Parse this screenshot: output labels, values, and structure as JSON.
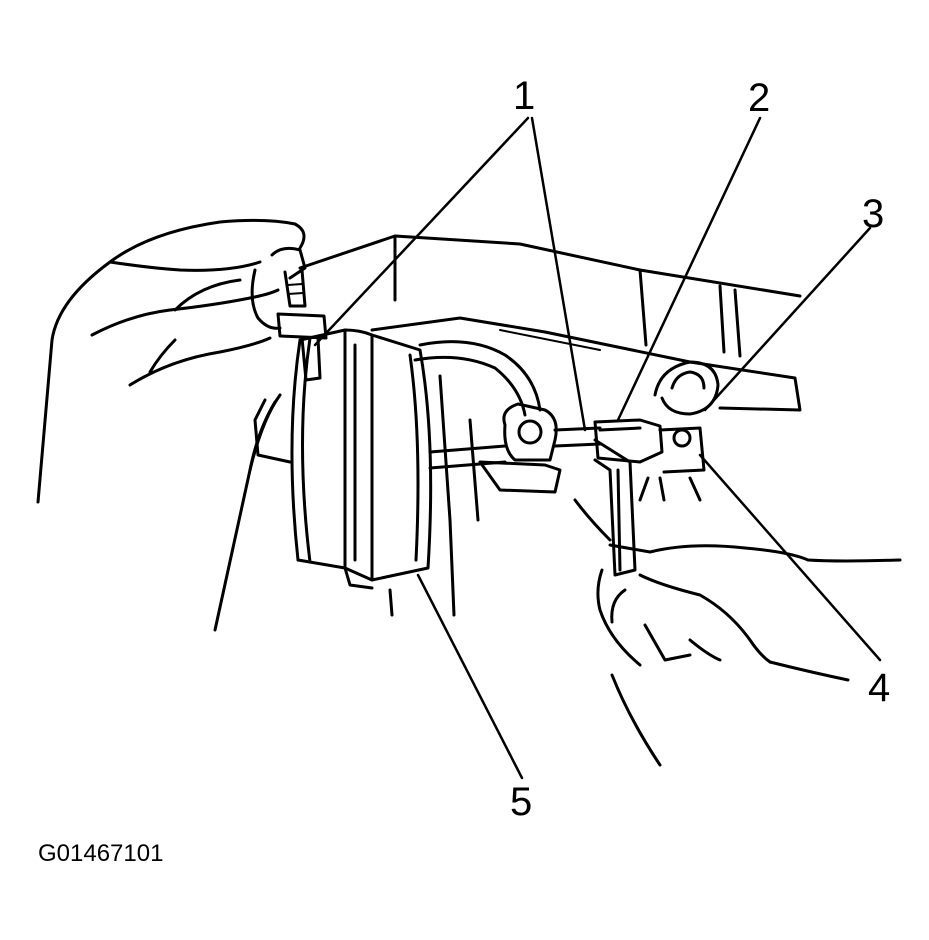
{
  "callouts": {
    "c1": "1",
    "c2": "2",
    "c3": "3",
    "c4": "4",
    "c5": "5"
  },
  "figure_id": "G01467101"
}
